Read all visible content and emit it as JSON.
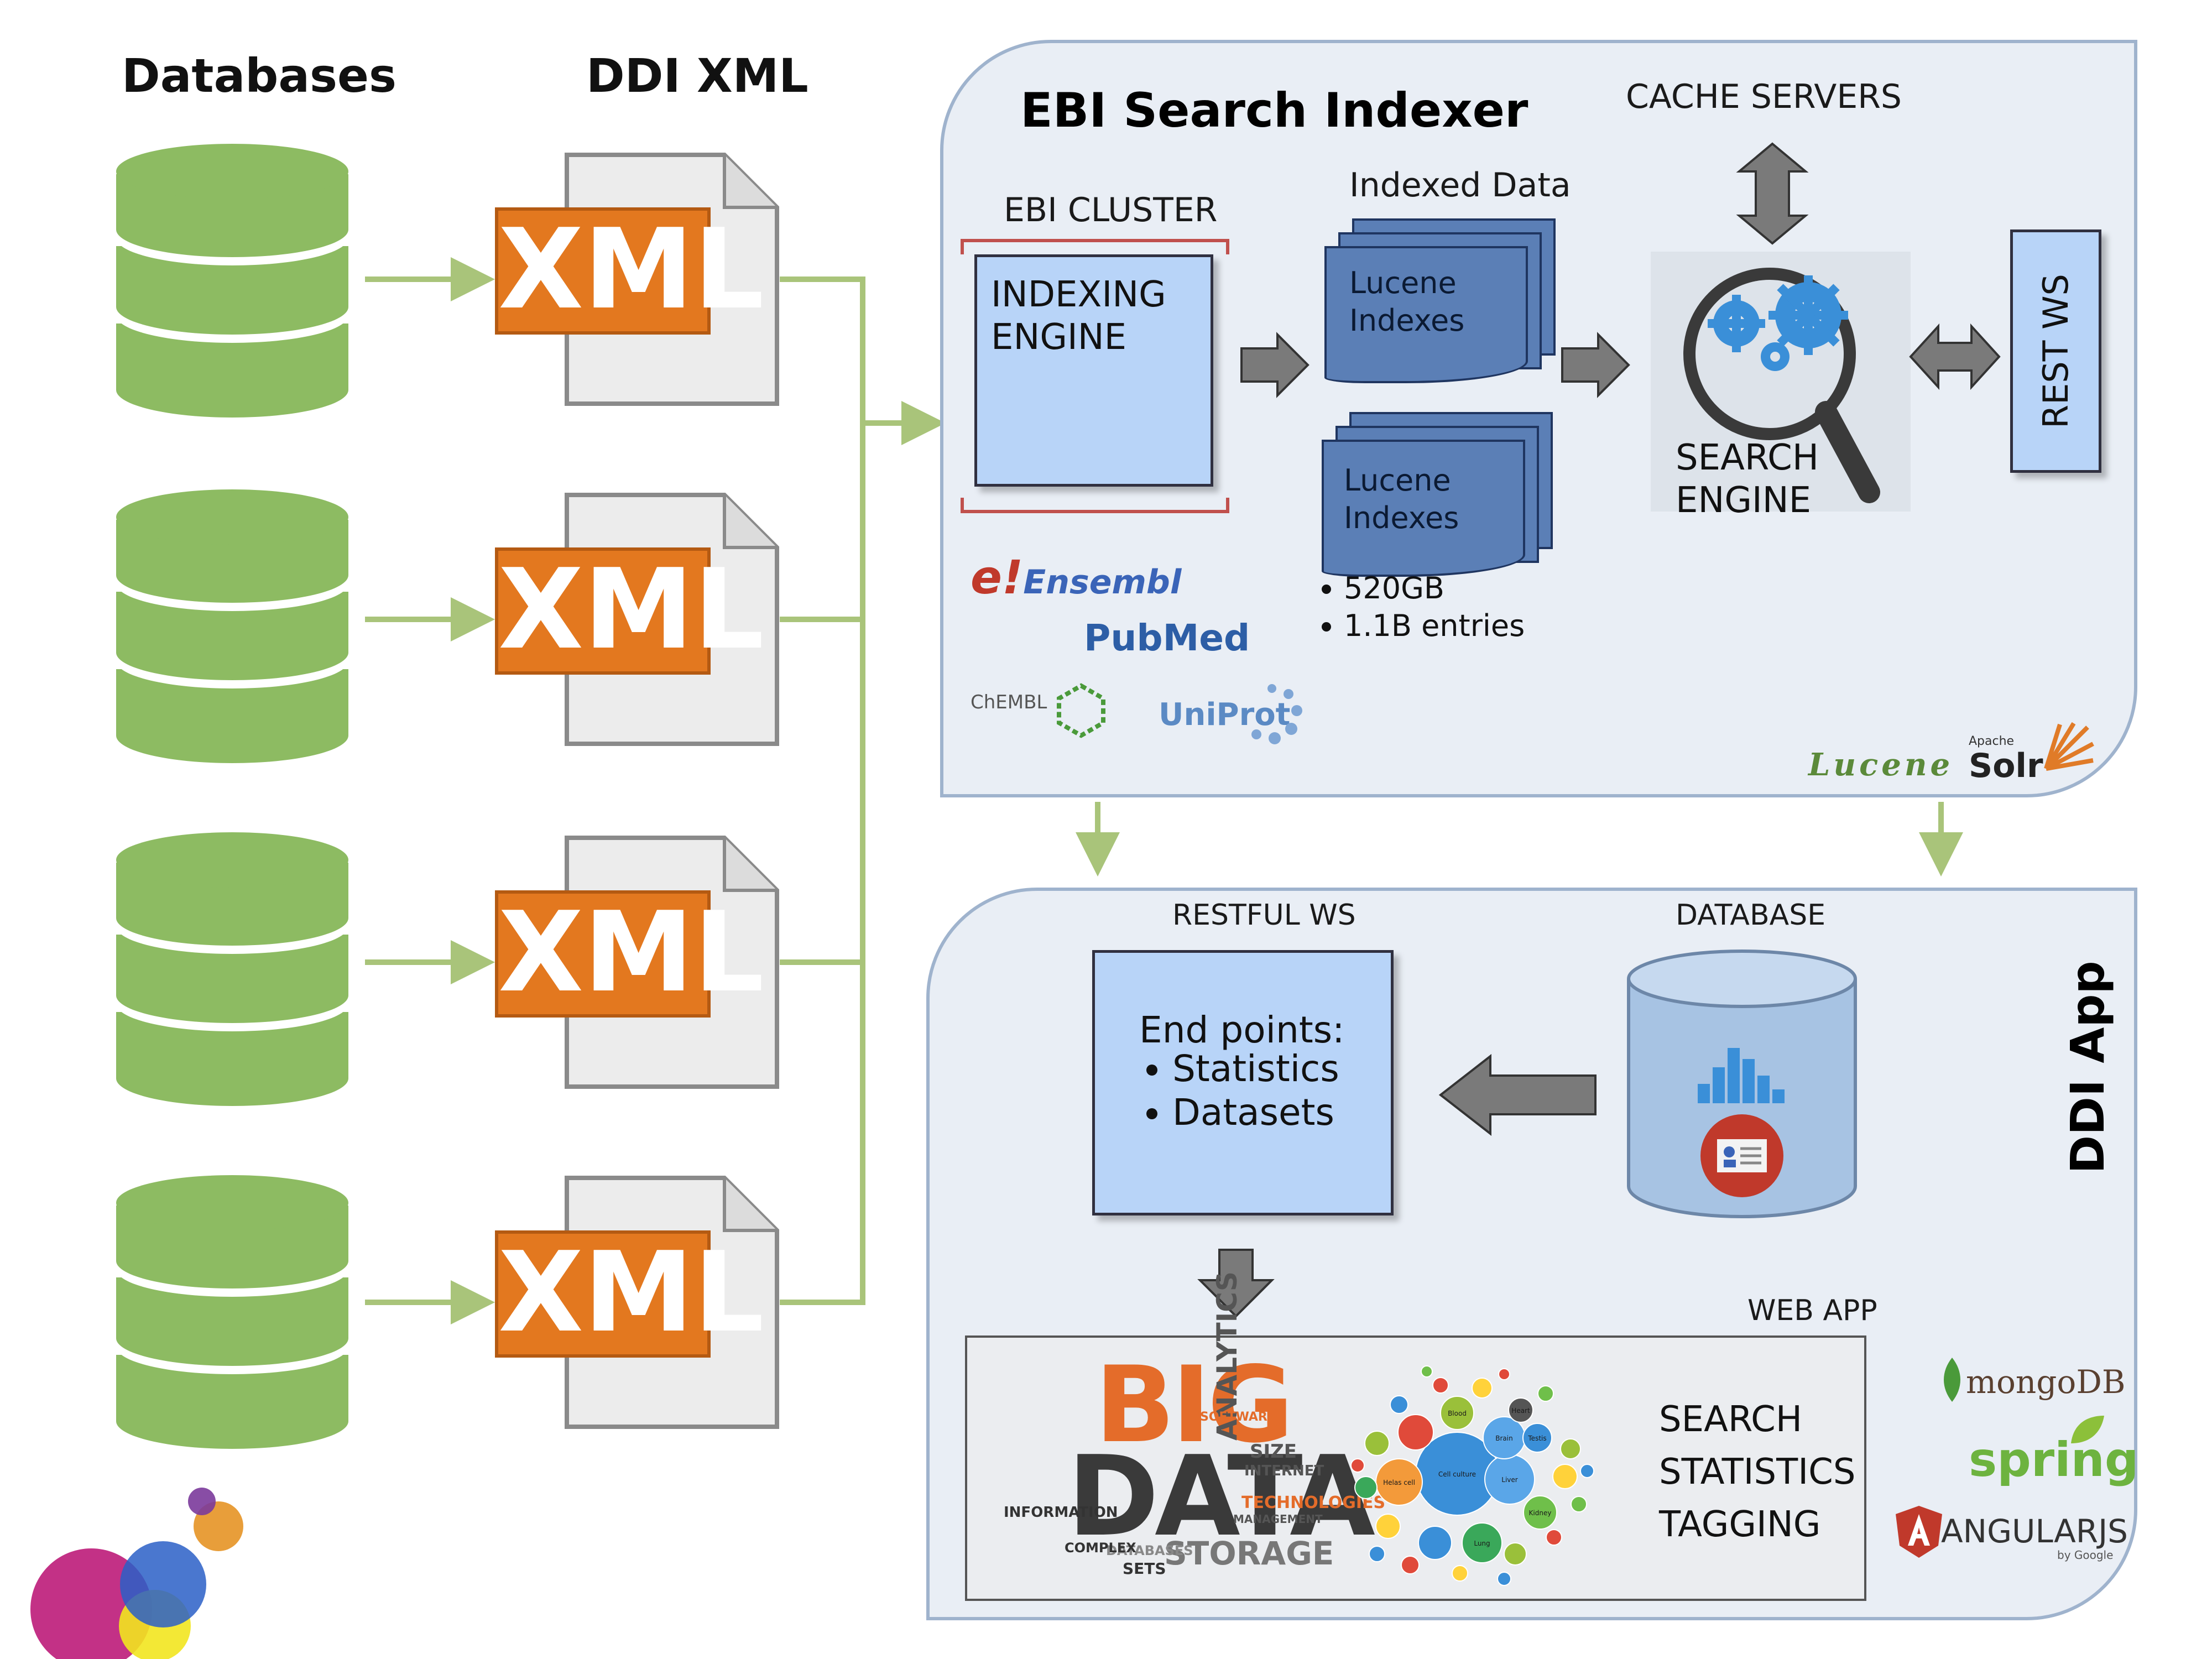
{
  "columns": {
    "databases": "Databases",
    "ddi_xml": "DDI XML"
  },
  "xml_label": "XML",
  "indexer": {
    "title": "EBI Search Indexer",
    "cluster_label": "EBI CLUSTER",
    "indexing_engine": "INDEXING\nENGINE",
    "indexed_data_label": "Indexed Data",
    "lucene_indexes": "Lucene\nIndexes",
    "bullets": [
      "520GB",
      "1.1B entries"
    ],
    "cache_servers": "CACHE SERVERS",
    "search_engine": "SEARCH\nENGINE",
    "rest_ws": "REST WS",
    "source_logos": [
      "Ensembl",
      "PubMed",
      "ChEMBL",
      "UniProt"
    ],
    "tech_logos": [
      "Lucene",
      "Apache",
      "Solr"
    ]
  },
  "app": {
    "title": "DDI App",
    "restful_ws_label": "RESTFUL WS",
    "database_label": "DATABASE",
    "endpoints_title": "End points:",
    "endpoints": [
      "Statistics",
      "Datasets"
    ],
    "web_app_label": "WEB APP",
    "web_app_features": [
      "SEARCH",
      "STATISTICS",
      "TAGGING"
    ],
    "tech_logos": [
      "mongoDB",
      "spring",
      "ANGULARJS",
      "by Google"
    ],
    "word_cloud": {
      "big": "BIG",
      "data": "DATA",
      "analytics": "ANALYTICS",
      "storage": "STORAGE",
      "technologies": "TECHNOLOGIES",
      "information": "INFORMATION",
      "databases": "DATABASES",
      "sets": "SETS",
      "complex": "COMPLEX",
      "size": "SIZE",
      "internet": "INTERNET",
      "management": "MANAGEMENT",
      "software": "SOFTWARE"
    },
    "bubble_labels": [
      "Cell culture",
      "Brain",
      "Liver",
      "Lung",
      "Blood",
      "Heart",
      "Testis",
      "Kidney",
      "Helas cell"
    ]
  },
  "colors": {
    "db_green": "#8dbb62",
    "arrow_green": "#a9c47a",
    "xml_orange": "#e3781f",
    "panel_bg": "#e9eef5",
    "panel_border": "#9fb3cd",
    "box_blue": "#b8d4f8",
    "sheet_blue": "#5b7fb6",
    "arrow_gray": "#7a7a7a"
  }
}
